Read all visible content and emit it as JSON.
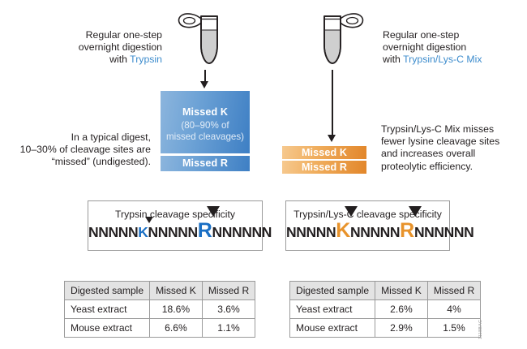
{
  "figure": {
    "left_panel": {
      "intro_text_line1": "Regular one-step",
      "intro_text_line2": "overnight digestion",
      "intro_text_line3_prefix": "with ",
      "intro_enzyme": "Trypsin",
      "tube_icon": "microcentrifuge-tube-icon",
      "arrow_icon": "down-arrow-icon",
      "result_box_k_title": "Missed K",
      "result_box_k_sub_line1": "(80–90% of",
      "result_box_k_sub_line2": "missed cleavages)",
      "result_box_r_title": "Missed R",
      "note_line1": "In a typical digest,",
      "note_line2": "10–30% of cleavage sites are",
      "note_line3": "“missed” (undigested).",
      "spec_title": "Trypsin cleavage specificity",
      "sequence": {
        "seg1": "NNNNN",
        "res1": "K",
        "res1_size": "small",
        "seg2": "NNNNN",
        "res2": "R",
        "res2_size": "large",
        "seg3": "NNNNNN"
      },
      "table": {
        "headers": [
          "Digested sample",
          "Missed K",
          "Missed R"
        ],
        "rows": [
          [
            "Yeast extract",
            "18.6%",
            "3.6%"
          ],
          [
            "Mouse extract",
            "6.6%",
            "1.1%"
          ]
        ]
      }
    },
    "right_panel": {
      "intro_text_line1": "Regular one-step",
      "intro_text_line2": "overnight digestion",
      "intro_text_line3_prefix": "with ",
      "intro_enzyme": "Trypsin/Lys-C Mix",
      "tube_icon": "microcentrifuge-tube-icon",
      "arrow_icon": "down-arrow-icon",
      "result_box_k_title": "Missed K",
      "result_box_r_title": "Missed R",
      "note_line1": "Trypsin/Lys-C Mix misses",
      "note_line2": "fewer lysine cleavage sites",
      "note_line3": "and increases overall",
      "note_line4": "proteolytic efficiency.",
      "spec_title": "Trypsin/Lys-C cleavage specificity",
      "sequence": {
        "seg1": "NNNNN",
        "res1": "K",
        "res1_size": "large",
        "seg2": "NNNNN",
        "res2": "R",
        "res2_size": "large",
        "seg3": "NNNNNN"
      },
      "table": {
        "headers": [
          "Digested sample",
          "Missed K",
          "Missed R"
        ],
        "rows": [
          [
            "Yeast extract",
            "2.6%",
            "4%"
          ],
          [
            "Mouse extract",
            "2.9%",
            "1.5%"
          ]
        ]
      }
    },
    "watermark_code": "1118BAC",
    "colors": {
      "blue_accent": "#3d8ccd",
      "blue_box_light": "#8cb5dd",
      "blue_box_dark": "#3e7fc4",
      "orange_accent": "#e8932b",
      "orange_box_light": "#f6c98f",
      "orange_box_dark": "#e2862a",
      "residue_blue": "#1a6fc4",
      "residue_orange": "#e8932b",
      "text": "#231f20",
      "table_header_bg": "#e3e3e3",
      "border": "#9a9a9a"
    }
  }
}
